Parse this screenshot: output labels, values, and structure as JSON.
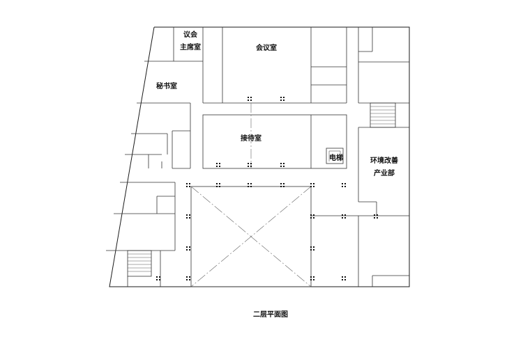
{
  "caption": "二层平面图",
  "rooms": {
    "chairman_line1": "议会",
    "chairman_line2": "主席室",
    "meeting_room": "会议室",
    "secretary": "秘书室",
    "reception": "接待室",
    "elevator": "电梯",
    "env_line1": "环境改善",
    "env_line2": "产业部"
  }
}
